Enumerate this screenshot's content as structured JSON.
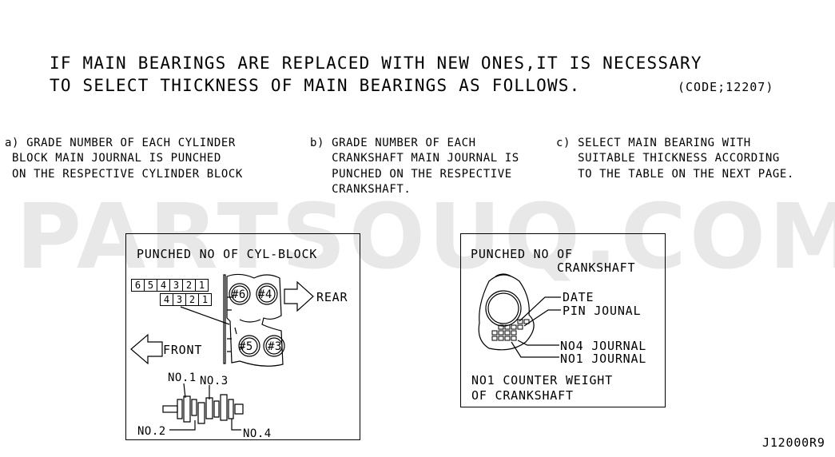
{
  "watermark": "PARTSOUQ.COM",
  "header": {
    "line1": "IF MAIN BEARINGS ARE REPLACED WITH NEW ONES,IT IS NECESSARY",
    "line2": "TO SELECT THICKNESS OF MAIN BEARINGS AS FOLLOWS.",
    "code": "(CODE;12207)"
  },
  "steps": {
    "a": [
      "a) GRADE NUMBER OF EACH CYLINDER",
      " BLOCK MAIN JOURNAL IS PUNCHED",
      " ON THE RESPECTIVE CYLINDER BLOCK"
    ],
    "b": [
      "b) GRADE NUMBER OF EACH",
      "   CRANKSHAFT MAIN JOURNAL IS",
      "   PUNCHED ON THE RESPECTIVE",
      "   CRANKSHAFT."
    ],
    "c": [
      "c) SELECT MAIN BEARING WITH",
      "   SUITABLE THICKNESS ACCORDING",
      "   TO THE TABLE ON THE NEXT PAGE."
    ]
  },
  "left_panel": {
    "title": "PUNCHED NO OF CYL-BLOCK",
    "grade_row1": [
      "6",
      "5",
      "4",
      "3",
      "2",
      "1"
    ],
    "grade_row2": [
      "4",
      "3",
      "2",
      "1"
    ],
    "cyl_labels": [
      "#6",
      "#4",
      "#5",
      "#3"
    ],
    "rear": "REAR",
    "front": "FRONT",
    "no1": "NO.1",
    "no2": "NO.2",
    "no3": "NO.3",
    "no4": "NO.4"
  },
  "right_panel": {
    "title_line1": "PUNCHED NO OF",
    "title_line2": "CRANKSHAFT",
    "date": "DATE",
    "pin": "PIN JOUNAL",
    "no4": "NO4 JOURNAL",
    "no1": "NO1 JOURNAL",
    "counter_line1": "NO1 COUNTER WEIGHT",
    "counter_line2": "OF CRANKSHAFT"
  },
  "figure_id": "J12000R9"
}
